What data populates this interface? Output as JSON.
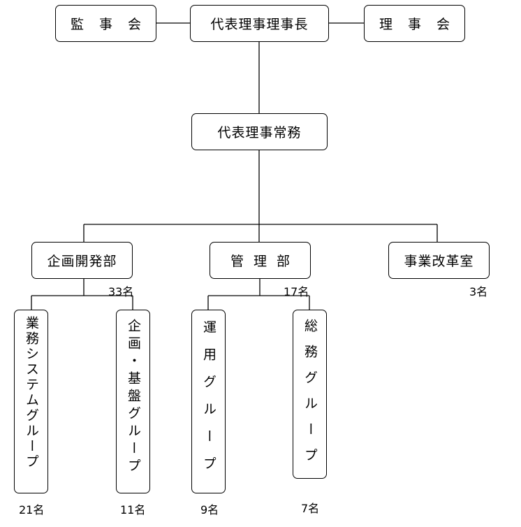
{
  "top": {
    "audit": "監事会",
    "chairman": "代表理事理事長",
    "board": "理事会"
  },
  "executive": "代表理事常務",
  "departments": [
    {
      "name": "企画開発部",
      "count": "33名"
    },
    {
      "name": "管理部",
      "count": "17名"
    },
    {
      "name": "事業改革室",
      "count": "3名"
    }
  ],
  "groups": [
    {
      "name": "業務システムグループ",
      "count": "21名"
    },
    {
      "name": "企画・基盤グループ",
      "count": "11名"
    },
    {
      "name": "運用グループ",
      "count": "9名"
    },
    {
      "name": "総務グループ",
      "count": "7名"
    }
  ]
}
